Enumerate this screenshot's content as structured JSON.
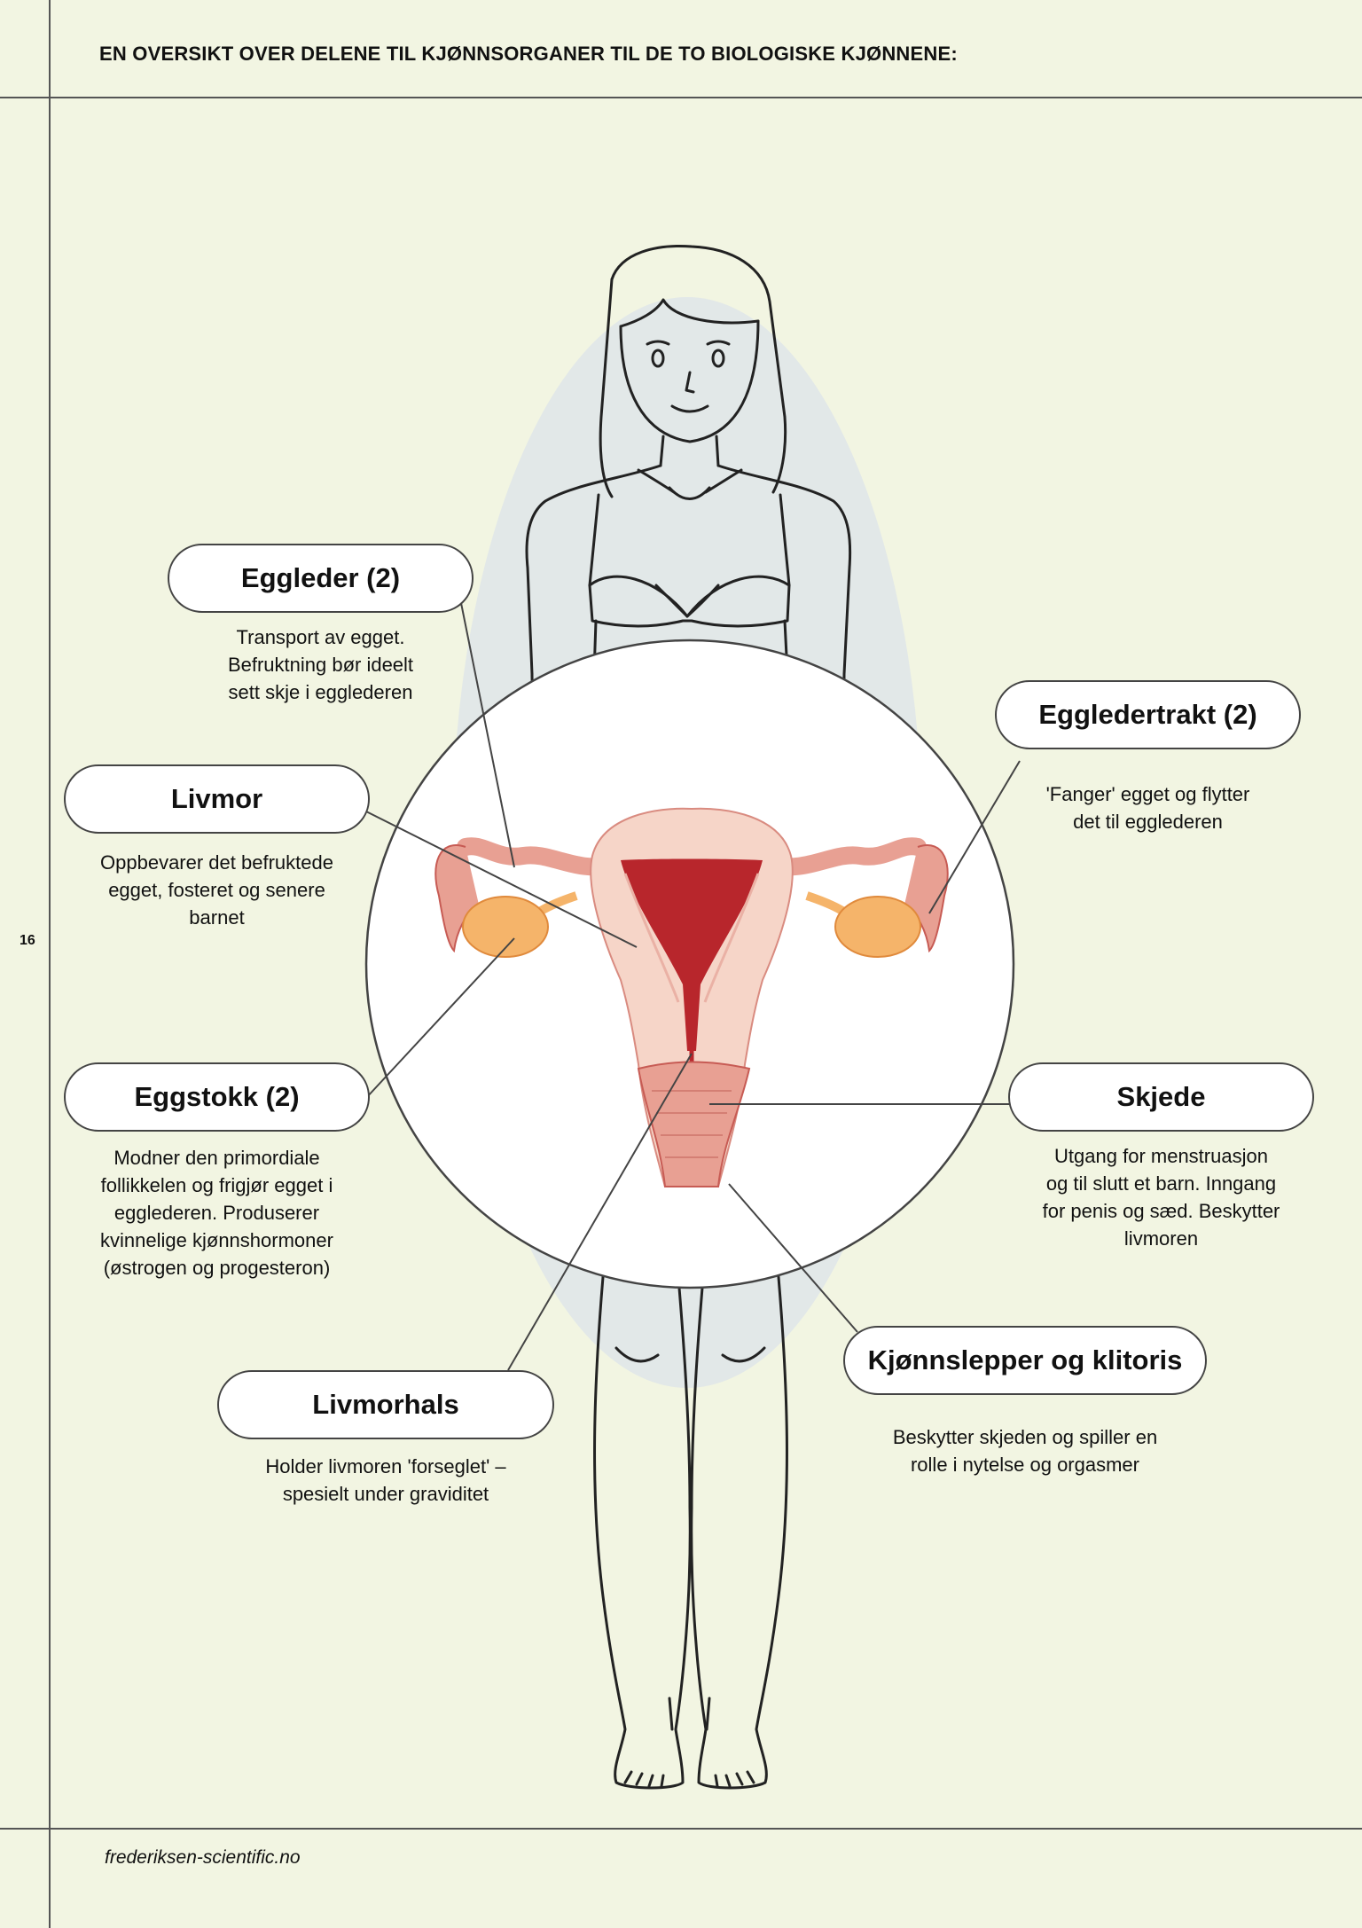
{
  "header": {
    "title": "EN OVERSIKT OVER DELENE TIL KJØNNSORGANER TIL DE TO BIOLOGISKE KJØNNENE:"
  },
  "page_number": "16",
  "footer": {
    "website": "frederiksen-scientific.no"
  },
  "labels": {
    "eggleder": {
      "title": "Eggleder (2)",
      "description": "Transport av egget.\nBefruktning bør ideelt\nsett skje i egglederen"
    },
    "livmor": {
      "title": "Livmor",
      "description": "Oppbevarer det befruktede\negget, fosteret og senere\nbarnet"
    },
    "eggstokk": {
      "title": "Eggstokk (2)",
      "description": "Modner den primordiale\nfollikkelen og frigjør egget i\negglederen. Produserer\nkvinnelige kjønnshormoner\n(østrogen og progesteron)"
    },
    "livmorhals": {
      "title": "Livmorhals",
      "description": "Holder livmoren 'forseglet' –\nspesielt under graviditet"
    },
    "eggledertrakt": {
      "title": "Eggledertrakt (2)",
      "description": "'Fanger' egget og flytter\ndet til egglederen"
    },
    "skjede": {
      "title": "Skjede",
      "description": "Utgang for menstruasjon\nog til slutt et barn. Inngang\nfor penis og sæd. Beskytter\nlivmoren"
    },
    "kjonnslepper": {
      "title": "Kjønnslepper og klitoris",
      "description": "Beskytter skjeden og spiller en\nrolle i nytelse og orgasmer"
    }
  },
  "colors": {
    "background": "#f2f5e2",
    "body_shadow": "#e2e8e8",
    "outline": "#222222",
    "uterus_dark": "#b8262c",
    "uterus_mid": "#e8a093",
    "uterus_light": "#f6d5c8",
    "ovary": "#f5b46a"
  }
}
